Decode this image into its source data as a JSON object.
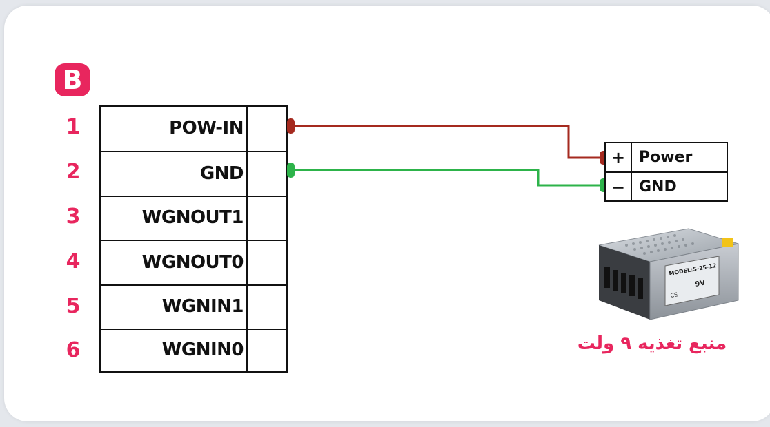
{
  "section": {
    "badge": "B"
  },
  "connector": {
    "pins": [
      {
        "number": "1",
        "label": "POW-IN"
      },
      {
        "number": "2",
        "label": "GND"
      },
      {
        "number": "3",
        "label": "WGNOUT1"
      },
      {
        "number": "4",
        "label": "WGNOUT0"
      },
      {
        "number": "5",
        "label": "WGNIN1"
      },
      {
        "number": "6",
        "label": "WGNIN0"
      }
    ]
  },
  "power_supply": {
    "terminals": [
      {
        "sign": "+",
        "label": "Power"
      },
      {
        "sign": "−",
        "label": "GND"
      }
    ],
    "nameplate": {
      "model": "MODEL:S-25-12",
      "voltage": "9V",
      "marks": "CE"
    },
    "caption": "منبع تغذیه ۹ ولت"
  },
  "wires": [
    {
      "name": "power-wire",
      "from": "POW-IN",
      "to": "Power",
      "color": "#a52a1f"
    },
    {
      "name": "ground-wire",
      "from": "GND",
      "to": "GND",
      "color": "#2db34a"
    }
  ],
  "colors": {
    "accent": "#e8265e",
    "card": "#ffffff",
    "background": "#e4e7ec"
  }
}
